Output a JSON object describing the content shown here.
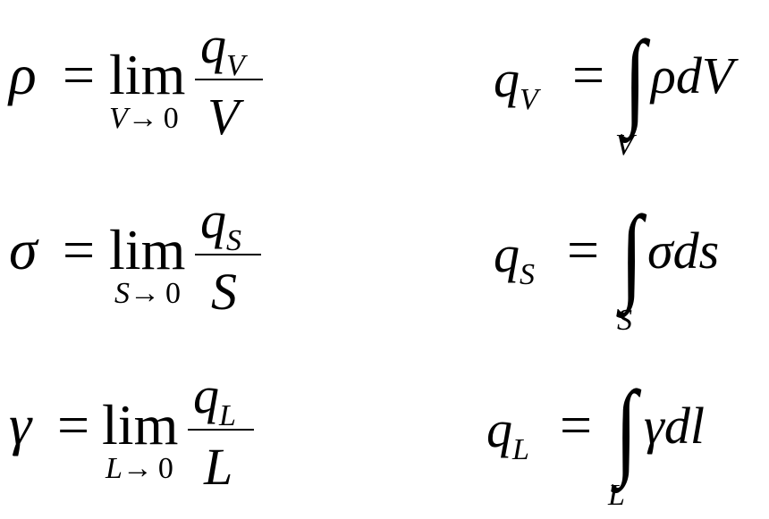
{
  "rows": [
    {
      "left": {
        "symbol": "ρ",
        "equals": "=",
        "lim": "lim",
        "lim_var": "V",
        "lim_arrow": "→",
        "lim_to": "0",
        "num_q": "q",
        "num_sub": "V",
        "den": "V"
      },
      "right": {
        "q": "q",
        "q_sub": "V",
        "equals": "=",
        "integral": "∫",
        "int_sub": "V",
        "integrand": "ρdV"
      }
    },
    {
      "left": {
        "symbol": "σ",
        "equals": "=",
        "lim": "lim",
        "lim_var": "S",
        "lim_arrow": "→",
        "lim_to": "0",
        "num_q": "q",
        "num_sub": "S",
        "den": "S"
      },
      "right": {
        "q": "q",
        "q_sub": "S",
        "equals": "=",
        "integral": "∫",
        "int_sub": "S",
        "integrand": "σds"
      }
    },
    {
      "left": {
        "symbol": "γ",
        "equals": "=",
        "lim": "lim",
        "lim_var": "L",
        "lim_arrow": "→",
        "lim_to": "0",
        "num_q": "q",
        "num_sub": "L",
        "den": "L"
      },
      "right": {
        "q": "q",
        "q_sub": "L",
        "equals": "=",
        "integral": "∫",
        "int_sub": "L",
        "integrand": "γdl"
      }
    }
  ]
}
